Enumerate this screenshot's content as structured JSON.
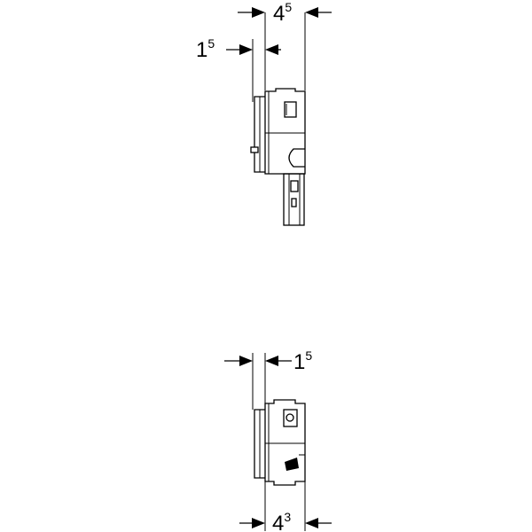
{
  "top": {
    "dim_width": {
      "main": "4",
      "sup": "5"
    },
    "dim_offset": {
      "main": "1",
      "sup": "5"
    }
  },
  "bottom": {
    "dim_offset": {
      "main": "1",
      "sup": "5"
    },
    "dim_width": {
      "main": "4",
      "sup": "3"
    }
  },
  "colors": {
    "line": "#000000",
    "background": "#ffffff"
  }
}
